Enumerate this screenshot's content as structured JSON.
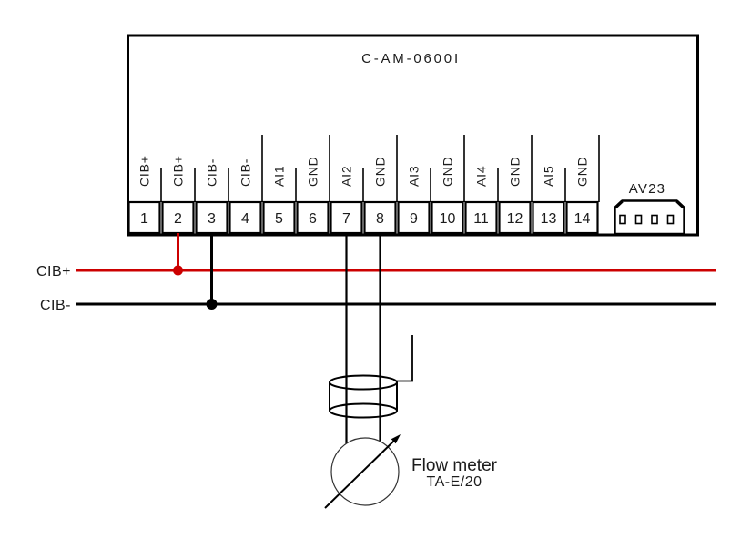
{
  "diagram": {
    "module": {
      "title": "C-AM-0600I",
      "terminals": [
        {
          "number": "1",
          "label": "CIB+"
        },
        {
          "number": "2",
          "label": "CIB+"
        },
        {
          "number": "3",
          "label": "CIB-"
        },
        {
          "number": "4",
          "label": "CIB-"
        },
        {
          "number": "5",
          "label": "AI1"
        },
        {
          "number": "6",
          "label": "GND"
        },
        {
          "number": "7",
          "label": "AI2"
        },
        {
          "number": "8",
          "label": "GND"
        },
        {
          "number": "9",
          "label": "AI3"
        },
        {
          "number": "10",
          "label": "GND"
        },
        {
          "number": "11",
          "label": "AI4"
        },
        {
          "number": "12",
          "label": "GND"
        },
        {
          "number": "13",
          "label": "AI5"
        },
        {
          "number": "14",
          "label": "GND"
        }
      ],
      "connector_label": "AV23"
    },
    "bus": {
      "cib_plus": {
        "label": "CIB+",
        "color": "#cc0000"
      },
      "cib_minus": {
        "label": "CIB-",
        "color": "#000000"
      }
    },
    "device": {
      "name": "Flow meter",
      "model": "TA-E/20"
    }
  }
}
